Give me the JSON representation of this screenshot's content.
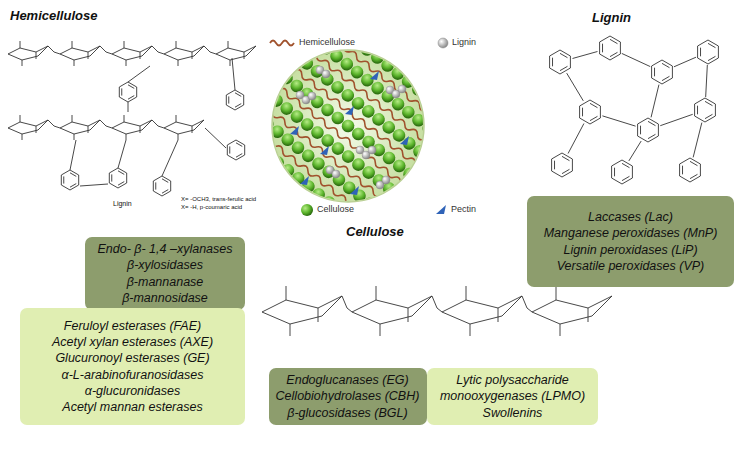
{
  "diagram": {
    "nodes": [
      {
        "text": [
          "Endo- β- 1,4 –xylanases",
          "β-xylosidases",
          "β-mannanase",
          "β-mannosidase"
        ]
      },
      {
        "text": [
          "Feruloyl esterases (FAE)",
          "Acetyl xylan esterases (AXE)",
          "Glucuronoyl esterases (GE)",
          "α-L-arabinofuranosidases",
          "α-glucuronidases",
          "Acetyl mannan esterases"
        ]
      },
      {
        "text": [
          "Laccases (Lac)",
          "Manganese peroxidases (MnP)",
          "Lignin peroxidases (LiP)",
          "Versatile peroxidases (VP)"
        ]
      },
      {
        "text": [
          "Endoglucanases (EG)",
          "Cellobiohydrolases (CBH)",
          "β-glucosidases (BGL)"
        ]
      },
      {
        "text": [
          "Lytic polysaccharide monooxygenases (LPMO)",
          "Swollenins"
        ]
      }
    ],
    "labels": [
      "Hemicellulose",
      "Lignin",
      "Cellulose",
      "Lignin",
      "X= -OCH3, trans-ferulic acid",
      "X= -H, p-coumaric acid"
    ],
    "legend": [
      {
        "text": "Hemicellulose"
      },
      {
        "text": "Lignin"
      },
      {
        "text": "Cellulose"
      },
      {
        "text": "Pectin"
      }
    ]
  }
}
